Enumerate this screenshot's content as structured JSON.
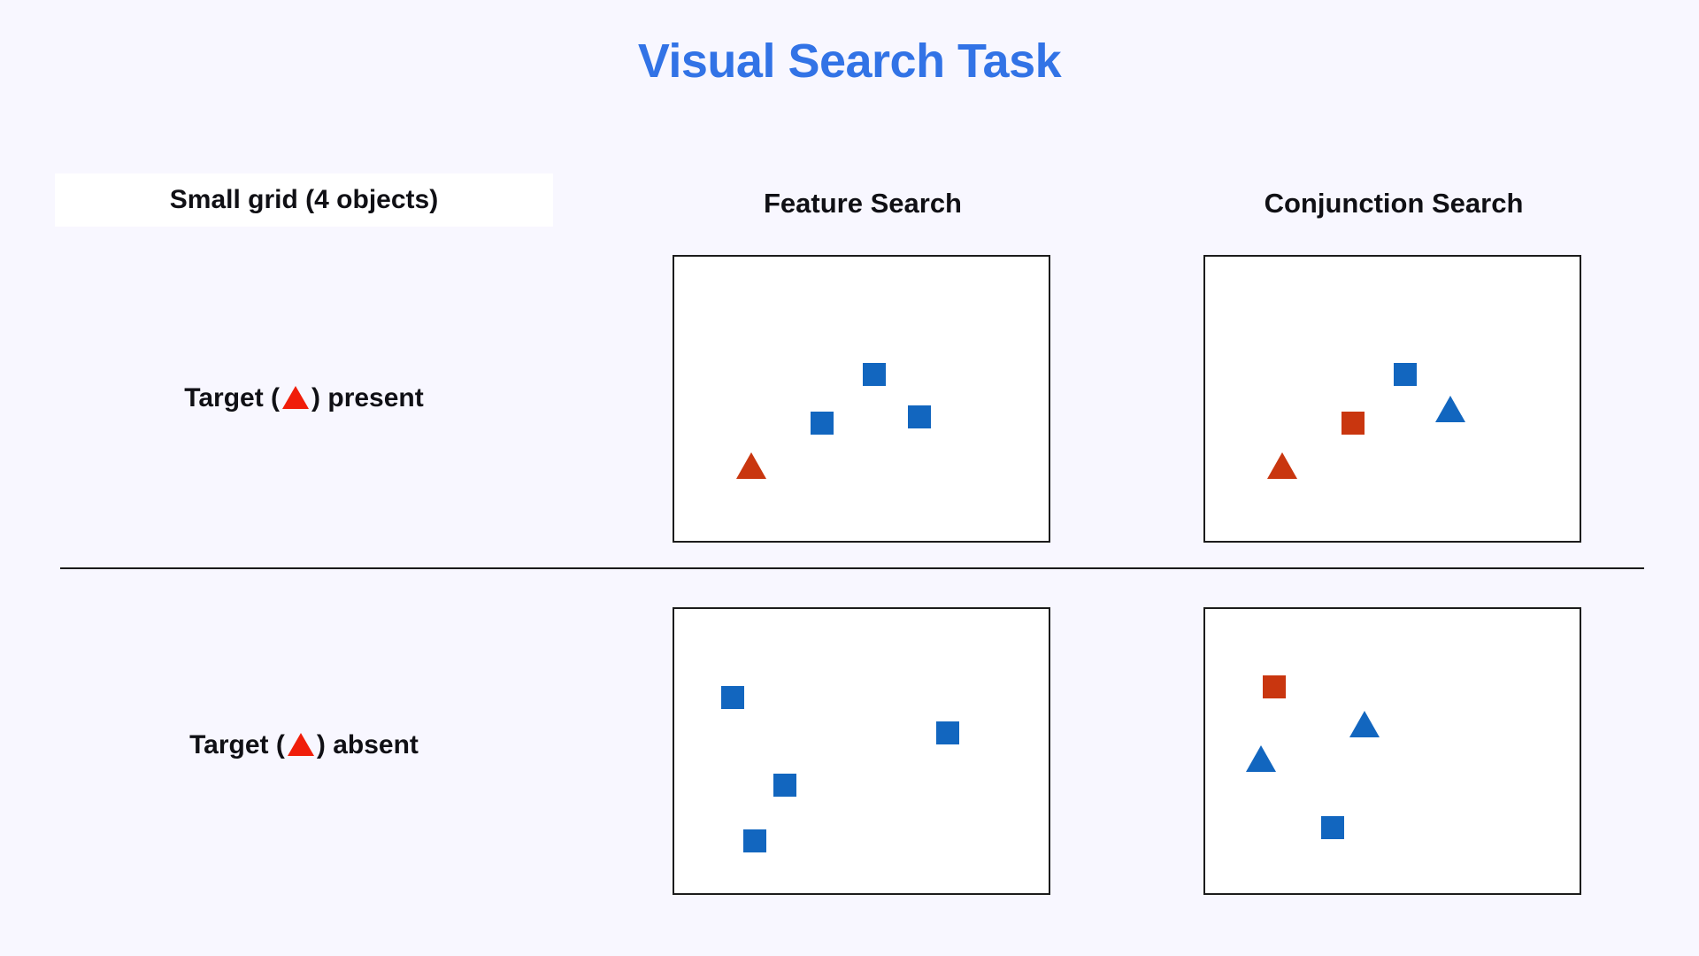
{
  "title": "Visual Search Task",
  "grid_caption": "Small grid (4 objects)",
  "columns": [
    {
      "key": "feature",
      "label": "Feature Search"
    },
    {
      "key": "conjunction",
      "label": "Conjunction Search"
    }
  ],
  "rows": [
    {
      "key": "present",
      "label_prefix": "Target (",
      "label_suffix": ") present",
      "target_present": true
    },
    {
      "key": "absent",
      "label_prefix": "Target (",
      "label_suffix": ") absent",
      "target_present": false
    }
  ],
  "colors": {
    "title": "#3273e6",
    "background": "#f8f7ff",
    "panel_background": "#ffffff",
    "panel_border": "#1c1c1c",
    "stimulus_red": "#c9360f",
    "stimulus_blue": "#1266bf",
    "inline_target_red": "#f01e0a",
    "text": "#101015",
    "divider": "#1a1a1a"
  },
  "legend": {
    "target_glyph": "triangle",
    "target_glyph_color": "#f01e0a"
  },
  "chart_data": {
    "type": "scatter",
    "title": "Visual Search Task",
    "description": "2x2 grid of visual search displays: Feature Search vs Conjunction Search, with target present vs absent. Set size = 4 objects.",
    "set_size": 4,
    "target_definition": {
      "shape": "triangle",
      "color": "red",
      "color_hex": "#c9360f"
    },
    "row_labels": [
      "Target (triangle) present",
      "Target (triangle) absent"
    ],
    "column_labels": [
      "Feature Search",
      "Conjunction Search"
    ],
    "xlabel": "",
    "ylabel": "",
    "xlim": [
      0,
      1
    ],
    "ylim": [
      0,
      1
    ],
    "grid": false,
    "legend_position": "none",
    "panels": [
      {
        "row": "present",
        "column": "feature",
        "title": "",
        "n_objects": 4,
        "target_present": true,
        "objects": [
          {
            "shape": "triangle",
            "color": "#c9360f",
            "color_name": "red",
            "is_target": true,
            "x": 0.205,
            "y": 0.265
          },
          {
            "shape": "square",
            "color": "#1266bf",
            "color_name": "blue",
            "is_target": false,
            "x": 0.395,
            "y": 0.415
          },
          {
            "shape": "square",
            "color": "#1266bf",
            "color_name": "blue",
            "is_target": false,
            "x": 0.535,
            "y": 0.585
          },
          {
            "shape": "square",
            "color": "#1266bf",
            "color_name": "blue",
            "is_target": false,
            "x": 0.655,
            "y": 0.435
          }
        ]
      },
      {
        "row": "present",
        "column": "conjunction",
        "title": "",
        "n_objects": 4,
        "target_present": true,
        "objects": [
          {
            "shape": "triangle",
            "color": "#c9360f",
            "color_name": "red",
            "is_target": true,
            "x": 0.205,
            "y": 0.265
          },
          {
            "shape": "square",
            "color": "#c9360f",
            "color_name": "red",
            "is_target": false,
            "x": 0.395,
            "y": 0.415
          },
          {
            "shape": "square",
            "color": "#1266bf",
            "color_name": "blue",
            "is_target": false,
            "x": 0.535,
            "y": 0.585
          },
          {
            "shape": "triangle",
            "color": "#1266bf",
            "color_name": "blue",
            "is_target": false,
            "x": 0.655,
            "y": 0.465
          }
        ]
      },
      {
        "row": "absent",
        "column": "feature",
        "title": "",
        "n_objects": 4,
        "target_present": false,
        "objects": [
          {
            "shape": "square",
            "color": "#1266bf",
            "color_name": "blue",
            "is_target": false,
            "x": 0.155,
            "y": 0.69
          },
          {
            "shape": "square",
            "color": "#1266bf",
            "color_name": "blue",
            "is_target": false,
            "x": 0.295,
            "y": 0.38
          },
          {
            "shape": "square",
            "color": "#1266bf",
            "color_name": "blue",
            "is_target": false,
            "x": 0.215,
            "y": 0.185
          },
          {
            "shape": "square",
            "color": "#1266bf",
            "color_name": "blue",
            "is_target": false,
            "x": 0.73,
            "y": 0.565
          }
        ]
      },
      {
        "row": "absent",
        "column": "conjunction",
        "title": "",
        "n_objects": 4,
        "target_present": false,
        "objects": [
          {
            "shape": "square",
            "color": "#c9360f",
            "color_name": "red",
            "is_target": false,
            "x": 0.185,
            "y": 0.725
          },
          {
            "shape": "triangle",
            "color": "#1266bf",
            "color_name": "blue",
            "is_target": false,
            "x": 0.425,
            "y": 0.595
          },
          {
            "shape": "triangle",
            "color": "#1266bf",
            "color_name": "blue",
            "is_target": false,
            "x": 0.15,
            "y": 0.475
          },
          {
            "shape": "square",
            "color": "#1266bf",
            "color_name": "blue",
            "is_target": false,
            "x": 0.34,
            "y": 0.23
          }
        ]
      }
    ]
  }
}
